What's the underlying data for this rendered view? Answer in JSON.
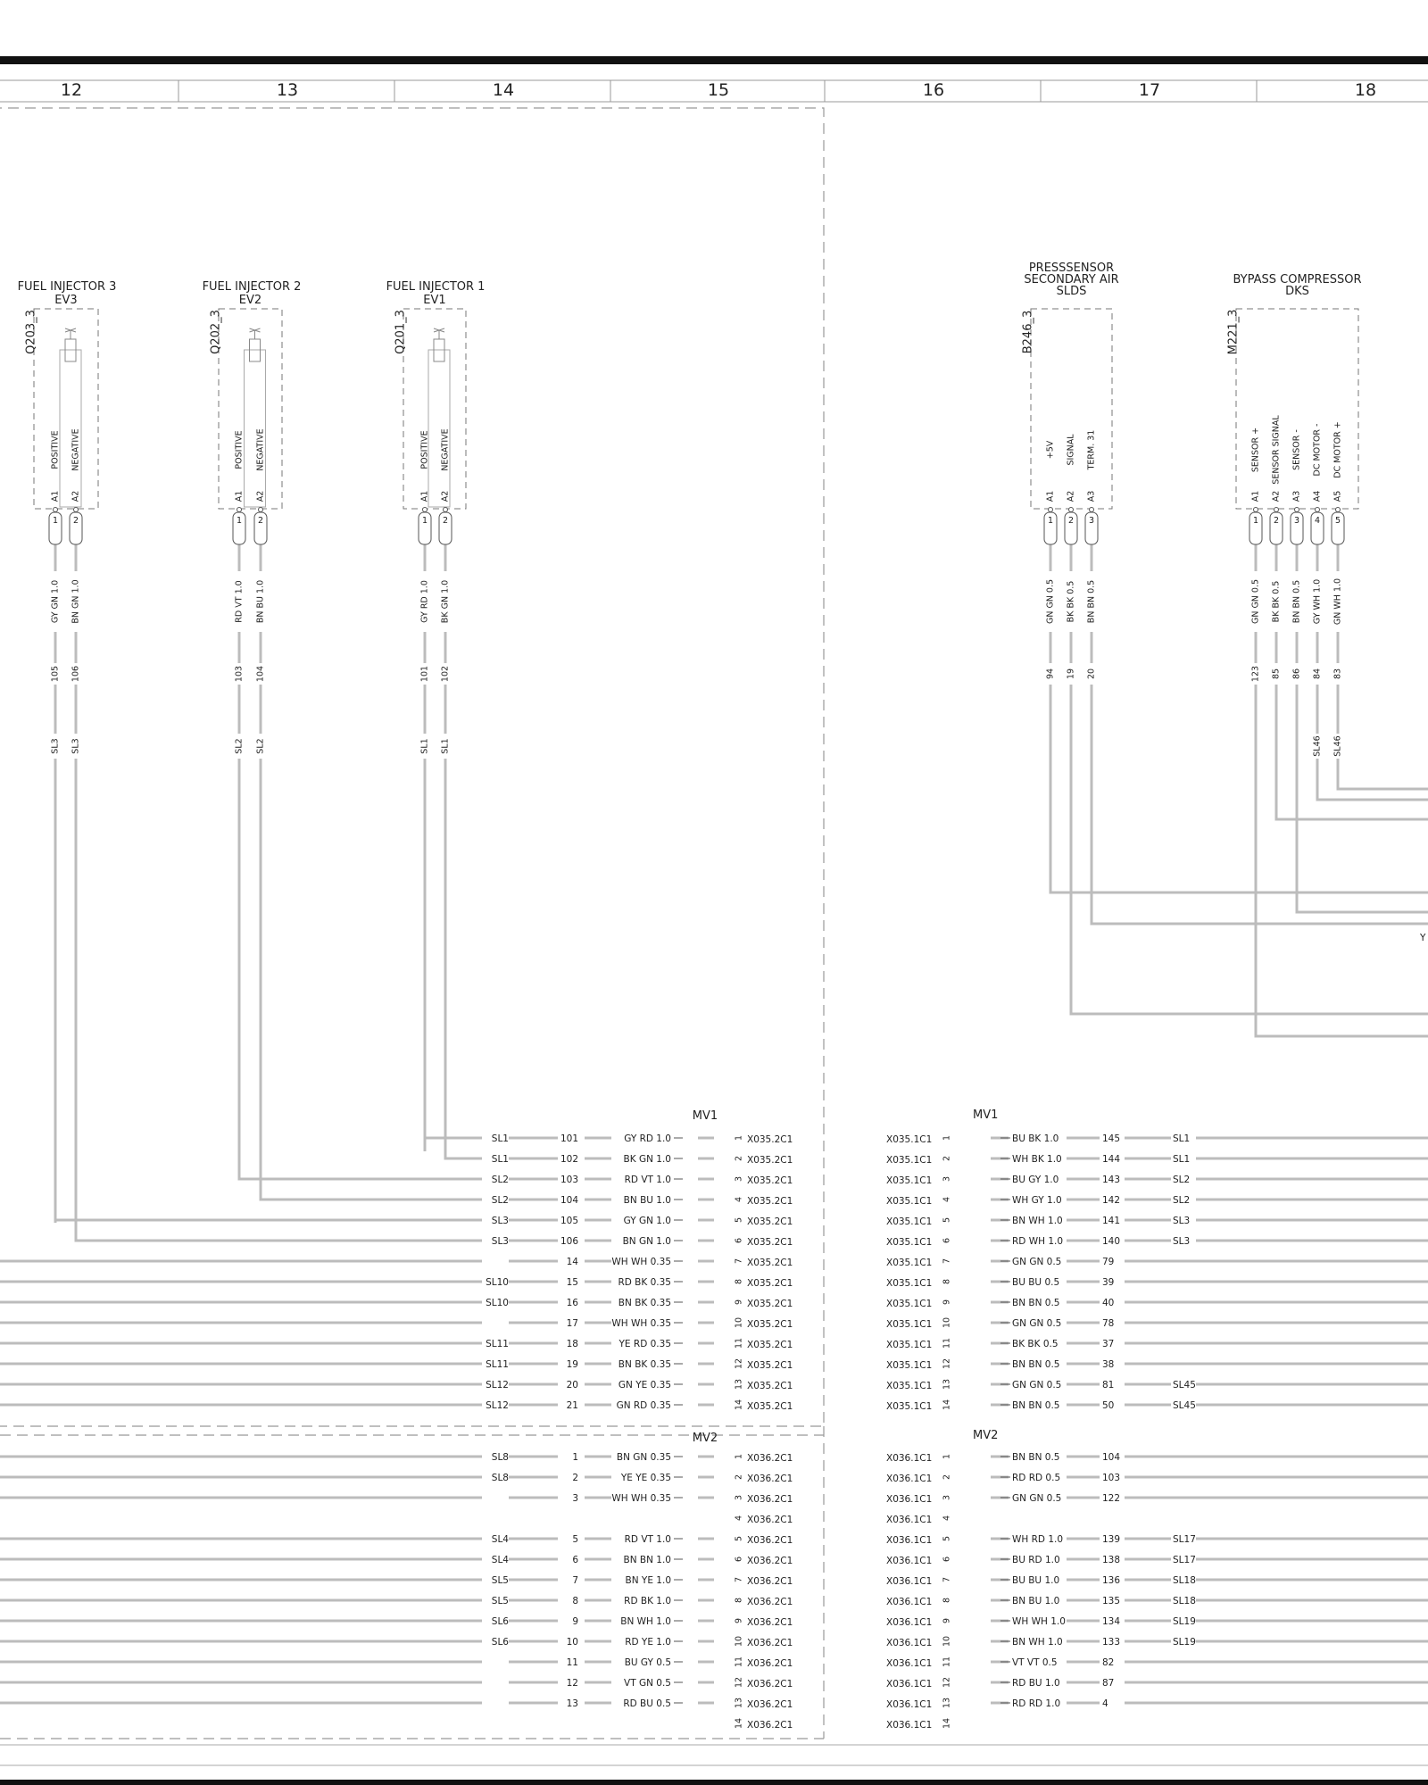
{
  "grid": {
    "columns": [
      "12",
      "13",
      "14",
      "15",
      "16",
      "17",
      "18"
    ]
  },
  "components": [
    {
      "title": "FUEL INJECTOR 3",
      "code": "EV3",
      "ref": "Q203_3",
      "pin_functions": [
        "POSITIVE",
        "NEGATIVE"
      ],
      "pin_labels": [
        "A1",
        "A2"
      ],
      "pin_numbers": [
        "1",
        "2"
      ],
      "wire_colors": [
        "GY GN 1.0",
        "BN GN 1.0"
      ],
      "wire_numbers": [
        "105",
        "106"
      ],
      "splices": [
        "SL3",
        "SL3"
      ]
    },
    {
      "title": "FUEL INJECTOR 2",
      "code": "EV2",
      "ref": "Q202_3",
      "pin_functions": [
        "POSITIVE",
        "NEGATIVE"
      ],
      "pin_labels": [
        "A1",
        "A2"
      ],
      "pin_numbers": [
        "1",
        "2"
      ],
      "wire_colors": [
        "RD VT 1.0",
        "BN BU 1.0"
      ],
      "wire_numbers": [
        "103",
        "104"
      ],
      "splices": [
        "SL2",
        "SL2"
      ]
    },
    {
      "title": "FUEL INJECTOR 1",
      "code": "EV1",
      "ref": "Q201_3",
      "pin_functions": [
        "POSITIVE",
        "NEGATIVE"
      ],
      "pin_labels": [
        "A1",
        "A2"
      ],
      "pin_numbers": [
        "1",
        "2"
      ],
      "wire_colors": [
        "GY RD 1.0",
        "BK GN 1.0"
      ],
      "wire_numbers": [
        "101",
        "102"
      ],
      "splices": [
        "SL1",
        "SL1"
      ]
    },
    {
      "title_lines": [
        "PRESSSENSOR",
        "SECONDARY AIR",
        "SLDS"
      ],
      "ref": "B246_3",
      "pin_functions": [
        "+5V",
        "SIGNAL",
        "TERM. 31"
      ],
      "pin_labels": [
        "A1",
        "A2",
        "A3"
      ],
      "pin_numbers": [
        "1",
        "2",
        "3"
      ],
      "wire_colors": [
        "GN GN 0.5",
        "BK BK 0.5",
        "BN BN 0.5"
      ],
      "wire_numbers": [
        "94",
        "19",
        "20"
      ],
      "splices": [
        "",
        "",
        ""
      ]
    },
    {
      "title_lines": [
        "BYPASS COMPRESSOR",
        "DKS"
      ],
      "ref": "M221_3",
      "pin_functions": [
        "SENSOR +",
        "SENSOR SIGNAL",
        "SENSOR -",
        "DC MOTOR -",
        "DC MOTOR +"
      ],
      "pin_labels": [
        "A1",
        "A2",
        "A3",
        "A4",
        "A5"
      ],
      "pin_numbers": [
        "1",
        "2",
        "3",
        "4",
        "5"
      ],
      "wire_colors": [
        "GN GN 0.5",
        "BK BK 0.5",
        "BN BN 0.5",
        "GY WH 1.0",
        "GN WH 1.0"
      ],
      "wire_numbers": [
        "123",
        "85",
        "86",
        "84",
        "83"
      ],
      "splices": [
        "",
        "",
        "",
        "SL46",
        "SL46"
      ]
    }
  ],
  "left_connectors": {
    "mv1": {
      "label": "MV1",
      "rows": [
        {
          "splice": "SL1",
          "num": "101",
          "color": "GY RD 1.0",
          "pin": "1",
          "conn": "X035.2C1"
        },
        {
          "splice": "SL1",
          "num": "102",
          "color": "BK GN 1.0",
          "pin": "2",
          "conn": "X035.2C1"
        },
        {
          "splice": "SL2",
          "num": "103",
          "color": "RD VT 1.0",
          "pin": "3",
          "conn": "X035.2C1"
        },
        {
          "splice": "SL2",
          "num": "104",
          "color": "BN BU 1.0",
          "pin": "4",
          "conn": "X035.2C1"
        },
        {
          "splice": "SL3",
          "num": "105",
          "color": "GY GN 1.0",
          "pin": "5",
          "conn": "X035.2C1"
        },
        {
          "splice": "SL3",
          "num": "106",
          "color": "BN GN 1.0",
          "pin": "6",
          "conn": "X035.2C1"
        },
        {
          "splice": "",
          "num": "14",
          "color": "WH WH 0.35",
          "pin": "7",
          "conn": "X035.2C1"
        },
        {
          "splice": "SL10",
          "num": "15",
          "color": "RD BK 0.35",
          "pin": "8",
          "conn": "X035.2C1"
        },
        {
          "splice": "SL10",
          "num": "16",
          "color": "BN BK 0.35",
          "pin": "9",
          "conn": "X035.2C1"
        },
        {
          "splice": "",
          "num": "17",
          "color": "WH WH 0.35",
          "pin": "10",
          "conn": "X035.2C1"
        },
        {
          "splice": "SL11",
          "num": "18",
          "color": "YE RD 0.35",
          "pin": "11",
          "conn": "X035.2C1"
        },
        {
          "splice": "SL11",
          "num": "19",
          "color": "BN BK 0.35",
          "pin": "12",
          "conn": "X035.2C1"
        },
        {
          "splice": "SL12",
          "num": "20",
          "color": "GN YE 0.35",
          "pin": "13",
          "conn": "X035.2C1"
        },
        {
          "splice": "SL12",
          "num": "21",
          "color": "GN RD 0.35",
          "pin": "14",
          "conn": "X035.2C1"
        }
      ]
    },
    "mv2": {
      "label": "MV2",
      "rows": [
        {
          "splice": "SL8",
          "num": "1",
          "color": "BN GN 0.35",
          "pin": "1",
          "conn": "X036.2C1"
        },
        {
          "splice": "SL8",
          "num": "2",
          "color": "YE YE 0.35",
          "pin": "2",
          "conn": "X036.2C1"
        },
        {
          "splice": "",
          "num": "3",
          "color": "WH WH 0.35",
          "pin": "3",
          "conn": "X036.2C1"
        },
        {
          "splice": "",
          "num": "",
          "color": "",
          "pin": "4",
          "conn": "X036.2C1"
        },
        {
          "splice": "SL4",
          "num": "5",
          "color": "RD VT 1.0",
          "pin": "5",
          "conn": "X036.2C1"
        },
        {
          "splice": "SL4",
          "num": "6",
          "color": "BN BN 1.0",
          "pin": "6",
          "conn": "X036.2C1"
        },
        {
          "splice": "SL5",
          "num": "7",
          "color": "BN YE 1.0",
          "pin": "7",
          "conn": "X036.2C1"
        },
        {
          "splice": "SL5",
          "num": "8",
          "color": "RD BK 1.0",
          "pin": "8",
          "conn": "X036.2C1"
        },
        {
          "splice": "SL6",
          "num": "9",
          "color": "BN WH 1.0",
          "pin": "9",
          "conn": "X036.2C1"
        },
        {
          "splice": "SL6",
          "num": "10",
          "color": "RD YE 1.0",
          "pin": "10",
          "conn": "X036.2C1"
        },
        {
          "splice": "",
          "num": "11",
          "color": "BU GY 0.5",
          "pin": "11",
          "conn": "X036.2C1"
        },
        {
          "splice": "",
          "num": "12",
          "color": "VT GN 0.5",
          "pin": "12",
          "conn": "X036.2C1"
        },
        {
          "splice": "",
          "num": "13",
          "color": "RD BU 0.5",
          "pin": "13",
          "conn": "X036.2C1"
        },
        {
          "splice": "",
          "num": "",
          "color": "",
          "pin": "14",
          "conn": "X036.2C1"
        }
      ]
    }
  },
  "right_connectors": {
    "mv1": {
      "label": "MV1",
      "rows": [
        {
          "conn": "X035.1C1",
          "pin": "1",
          "color": "BU BK 1.0",
          "num": "145",
          "splice": "SL1"
        },
        {
          "conn": "X035.1C1",
          "pin": "2",
          "color": "WH BK 1.0",
          "num": "144",
          "splice": "SL1"
        },
        {
          "conn": "X035.1C1",
          "pin": "3",
          "color": "BU GY 1.0",
          "num": "143",
          "splice": "SL2"
        },
        {
          "conn": "X035.1C1",
          "pin": "4",
          "color": "WH GY 1.0",
          "num": "142",
          "splice": "SL2"
        },
        {
          "conn": "X035.1C1",
          "pin": "5",
          "color": "BN WH 1.0",
          "num": "141",
          "splice": "SL3"
        },
        {
          "conn": "X035.1C1",
          "pin": "6",
          "color": "RD WH 1.0",
          "num": "140",
          "splice": "SL3"
        },
        {
          "conn": "X035.1C1",
          "pin": "7",
          "color": "GN GN 0.5",
          "num": "79",
          "splice": ""
        },
        {
          "conn": "X035.1C1",
          "pin": "8",
          "color": "BU BU 0.5",
          "num": "39",
          "splice": ""
        },
        {
          "conn": "X035.1C1",
          "pin": "9",
          "color": "BN BN 0.5",
          "num": "40",
          "splice": ""
        },
        {
          "conn": "X035.1C1",
          "pin": "10",
          "color": "GN GN 0.5",
          "num": "78",
          "splice": ""
        },
        {
          "conn": "X035.1C1",
          "pin": "11",
          "color": "BK BK 0.5",
          "num": "37",
          "splice": ""
        },
        {
          "conn": "X035.1C1",
          "pin": "12",
          "color": "BN BN 0.5",
          "num": "38",
          "splice": ""
        },
        {
          "conn": "X035.1C1",
          "pin": "13",
          "color": "GN GN 0.5",
          "num": "81",
          "splice": "SL45"
        },
        {
          "conn": "X035.1C1",
          "pin": "14",
          "color": "BN BN 0.5",
          "num": "50",
          "splice": "SL45"
        }
      ]
    },
    "mv2": {
      "label": "MV2",
      "rows": [
        {
          "conn": "X036.1C1",
          "pin": "1",
          "color": "BN BN 0.5",
          "num": "104",
          "splice": ""
        },
        {
          "conn": "X036.1C1",
          "pin": "2",
          "color": "RD RD 0.5",
          "num": "103",
          "splice": ""
        },
        {
          "conn": "X036.1C1",
          "pin": "3",
          "color": "GN GN 0.5",
          "num": "122",
          "splice": ""
        },
        {
          "conn": "X036.1C1",
          "pin": "4",
          "color": "",
          "num": "",
          "splice": ""
        },
        {
          "conn": "X036.1C1",
          "pin": "5",
          "color": "WH RD 1.0",
          "num": "139",
          "splice": "SL17"
        },
        {
          "conn": "X036.1C1",
          "pin": "6",
          "color": "BU RD 1.0",
          "num": "138",
          "splice": "SL17"
        },
        {
          "conn": "X036.1C1",
          "pin": "7",
          "color": "BU BU 1.0",
          "num": "136",
          "splice": "SL18"
        },
        {
          "conn": "X036.1C1",
          "pin": "8",
          "color": "BN BU 1.0",
          "num": "135",
          "splice": "SL18"
        },
        {
          "conn": "X036.1C1",
          "pin": "9",
          "color": "WH WH 1.0",
          "num": "134",
          "splice": "SL19"
        },
        {
          "conn": "X036.1C1",
          "pin": "10",
          "color": "BN WH 1.0",
          "num": "133",
          "splice": "SL19"
        },
        {
          "conn": "X036.1C1",
          "pin": "11",
          "color": "VT VT 0.5",
          "num": "82",
          "splice": ""
        },
        {
          "conn": "X036.1C1",
          "pin": "12",
          "color": "RD BU 1.0",
          "num": "87",
          "splice": ""
        },
        {
          "conn": "X036.1C1",
          "pin": "13",
          "color": "RD RD 1.0",
          "num": "4",
          "splice": ""
        },
        {
          "conn": "X036.1C1",
          "pin": "14",
          "color": "",
          "num": "",
          "splice": ""
        }
      ]
    }
  },
  "edge_fragment": "Y",
  "colors": {
    "wire": "#bcbcbc",
    "frame": "#999999",
    "ink": "#222222"
  }
}
